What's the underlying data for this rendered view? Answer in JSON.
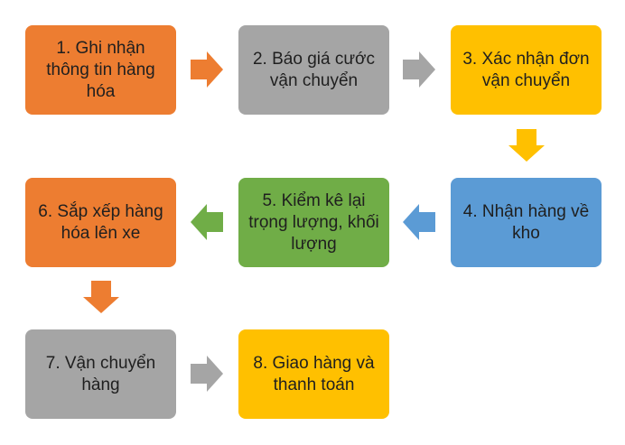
{
  "steps": [
    {
      "label": "1. Ghi nhận thông tin hàng hóa",
      "color": "#ED7D31"
    },
    {
      "label": "2. Báo giá cước vận chuyển",
      "color": "#A5A5A5"
    },
    {
      "label": "3. Xác nhận đơn vận chuyển",
      "color": "#FFC000"
    },
    {
      "label": "4. Nhận hàng về kho",
      "color": "#5B9BD5"
    },
    {
      "label": "5. Kiểm kê lại trọng lượng, khối lượng",
      "color": "#70AD47"
    },
    {
      "label": "6. Sắp xếp hàng hóa lên xe",
      "color": "#ED7D31"
    },
    {
      "label": "7. Vận chuyển hàng",
      "color": "#A5A5A5"
    },
    {
      "label": "8. Giao hàng và thanh toán",
      "color": "#FFC000"
    }
  ],
  "arrows": [
    {
      "direction": "right",
      "color": "#ED7D31"
    },
    {
      "direction": "right",
      "color": "#A5A5A5"
    },
    {
      "direction": "down",
      "color": "#FFC000"
    },
    {
      "direction": "left",
      "color": "#5B9BD5"
    },
    {
      "direction": "left",
      "color": "#70AD47"
    },
    {
      "direction": "down",
      "color": "#ED7D31"
    },
    {
      "direction": "right",
      "color": "#A5A5A5"
    }
  ]
}
